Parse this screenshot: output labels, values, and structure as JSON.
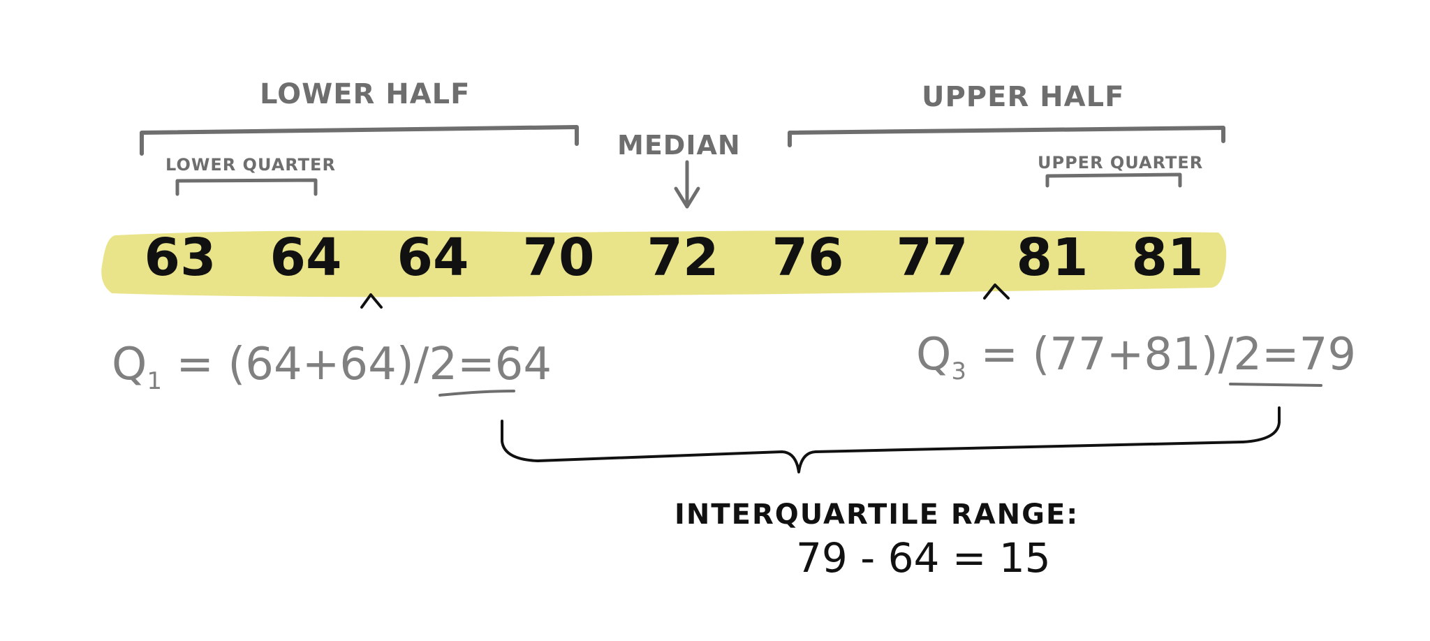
{
  "labels": {
    "lower_half": "LOWER HALF",
    "upper_half": "UPPER HALF",
    "median": "MEDIAN",
    "lower_quarter": "LOWER QUARTER",
    "upper_quarter": "UPPER QUARTER"
  },
  "values": [
    "63",
    "64",
    "64",
    "70",
    "72",
    "76",
    "77",
    "81",
    "81"
  ],
  "formulas": {
    "q1_symbol": "Q",
    "q1_sub": "1",
    "q1_expression": " = (64+64)/2=",
    "q1_result": "64",
    "q3_symbol": "Q",
    "q3_sub": "3",
    "q3_expression": " = (77+81)/2=",
    "q3_result": "79"
  },
  "iqr": {
    "title": "INTERQUARTILE RANGE:",
    "calculation": "79 - 64 = 15"
  },
  "colors": {
    "highlight": "#e9e48a",
    "ink": "#111111",
    "pencil": "#6e6e6e",
    "formula": "#808080"
  }
}
